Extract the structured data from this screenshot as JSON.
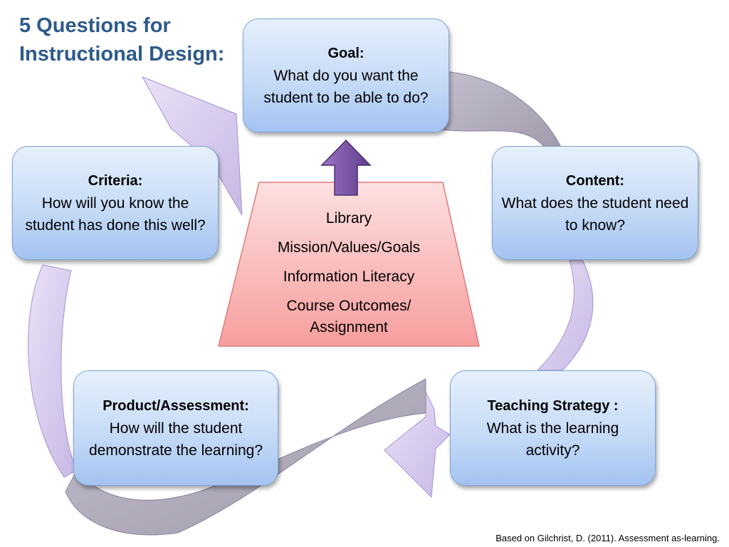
{
  "title": "5 Questions for Instructional Design:",
  "boxes": {
    "goal": {
      "heading": "Goal:",
      "text": "What do you want the student to be able to do?"
    },
    "content": {
      "heading": "Content:",
      "text": "What does the student need to know?"
    },
    "teaching": {
      "heading": "Teaching Strategy :",
      "text": "What is the learning activity?"
    },
    "product": {
      "heading": "Product/Assessment:",
      "text": "How will the student demonstrate the learning?"
    },
    "criteria": {
      "heading": "Criteria:",
      "text": "How will you know the student has done this well?"
    }
  },
  "center": {
    "lines": [
      "Library",
      "Mission/Values/Goals",
      "Information Literacy",
      "Course Outcomes/ Assignment"
    ]
  },
  "footnote": "Based on Gilchrist, D. (2011). Assessment as-learning.",
  "colors": {
    "title": "#2e5a8c",
    "box_border": "#7da3d6",
    "arrow_light": "#d5c8ec",
    "arrow_gray": "#b5afc0",
    "center_top": "#fde0e0",
    "center_bottom": "#f79e9e",
    "up_arrow": "#7a52a6"
  }
}
